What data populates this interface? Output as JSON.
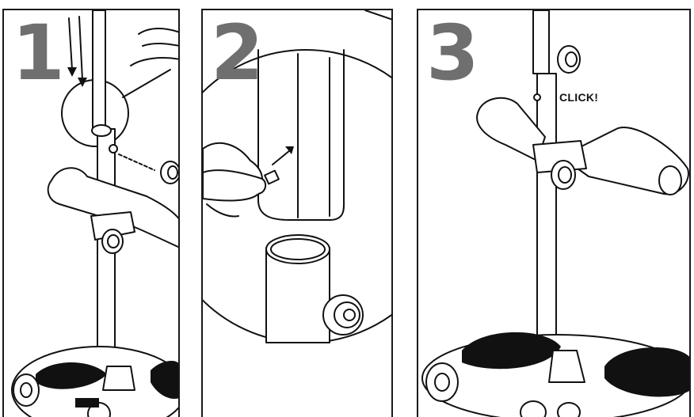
{
  "steps": [
    {
      "number": "1"
    },
    {
      "number": "2"
    },
    {
      "number": "3",
      "callout": "CLICK!"
    }
  ],
  "colors": {
    "step_number": "#6f6f6f",
    "line": "#111111",
    "background": "#ffffff"
  },
  "icons": [
    "down-arrow-icon",
    "diagonal-arrow-icon"
  ]
}
